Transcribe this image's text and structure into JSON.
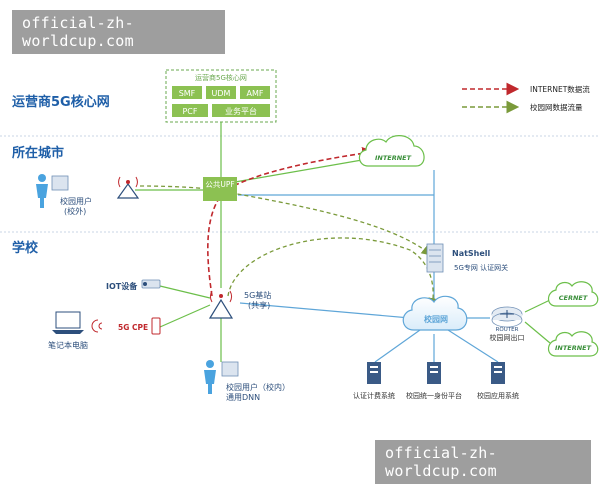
{
  "watermark": {
    "top_text": "official-zh-worldcup.com",
    "bottom_text": "official-zh-worldcup.com"
  },
  "zones": {
    "operator_core": "运营商5G核心网",
    "city": "所在城市",
    "school": "学校"
  },
  "core": {
    "title": "运营商5G核心网",
    "nfs": [
      "SMF",
      "UDM",
      "AMF",
      "PCF",
      "业务平台"
    ]
  },
  "legend": {
    "internet_flow": "INTERNET数据流",
    "campus_flow": "校园网数据流量"
  },
  "nodes": {
    "upf": "公共UPF",
    "internet_cloud": "INTERNET",
    "cernet_cloud": "CERNET",
    "internet_cloud_2": "INTERNET",
    "campus_cloud": "校园网",
    "router": "ROUTER",
    "natshell_title": "NatShell",
    "natshell_sub": "5G专网 认证网关",
    "campus_exit": "校园网出口",
    "user_off": "校园用户",
    "user_off_sub": "(校外)",
    "iot": "IOT设备",
    "cpe": "5G CPE",
    "laptop": "笔记本电脑",
    "base_station": "5G基站",
    "base_station_sub": "(共享)",
    "user_on": "校园用户（校内）",
    "user_on_sub": "通用DNN",
    "server_auth": "认证计费系统",
    "server_id": "校园统一身份平台",
    "server_app": "校园应用系统"
  },
  "colors": {
    "accent": "#1f5fa8",
    "core_green": "#6aa84f",
    "internet_red": "#c0282d",
    "campus_dashed": "#7a9a3a",
    "line_blue": "#5fa6d8",
    "line_green": "#6cbf4a"
  }
}
